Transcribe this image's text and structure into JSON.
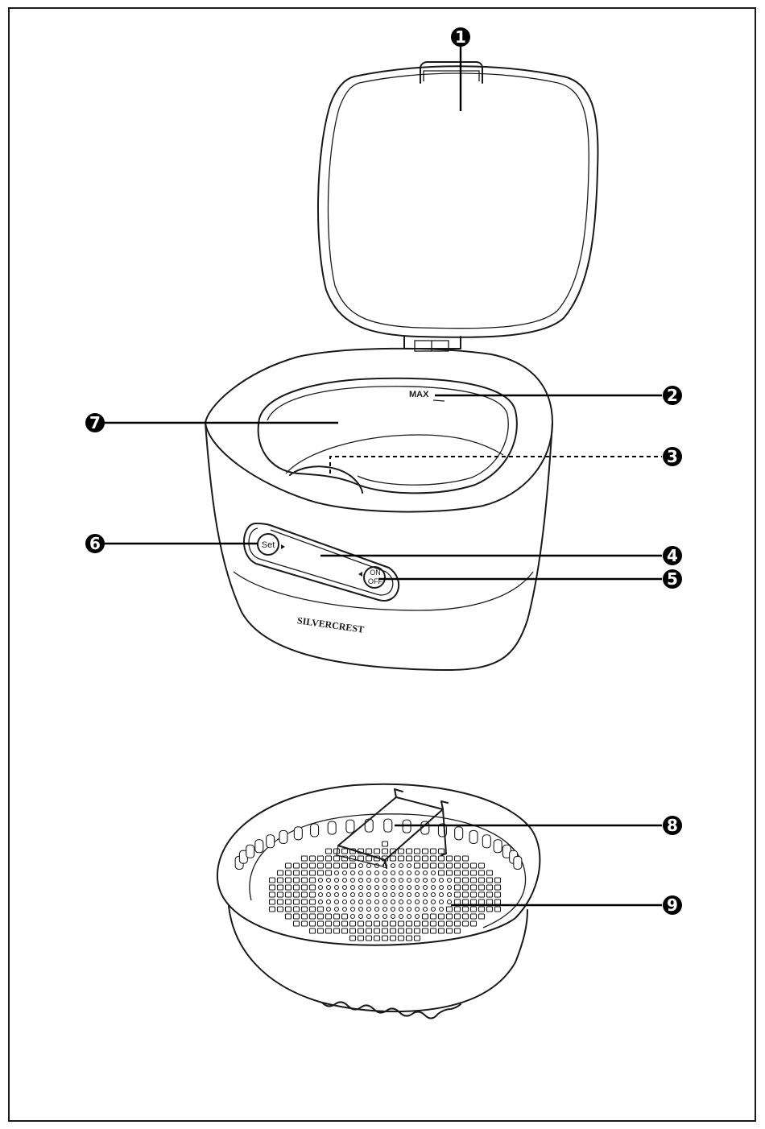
{
  "callouts": [
    {
      "id": "1",
      "label": "1"
    },
    {
      "id": "2",
      "label": "2"
    },
    {
      "id": "3",
      "label": "3"
    },
    {
      "id": "4",
      "label": "4"
    },
    {
      "id": "5",
      "label": "5"
    },
    {
      "id": "6",
      "label": "6"
    },
    {
      "id": "7",
      "label": "7"
    },
    {
      "id": "8",
      "label": "8"
    },
    {
      "id": "9",
      "label": "9"
    }
  ],
  "device": {
    "brand": "SILVERCREST",
    "max_marking": "MAX",
    "set_button_label": "Set",
    "power_button_label_on": "ON",
    "power_button_label_off": "OFF"
  }
}
